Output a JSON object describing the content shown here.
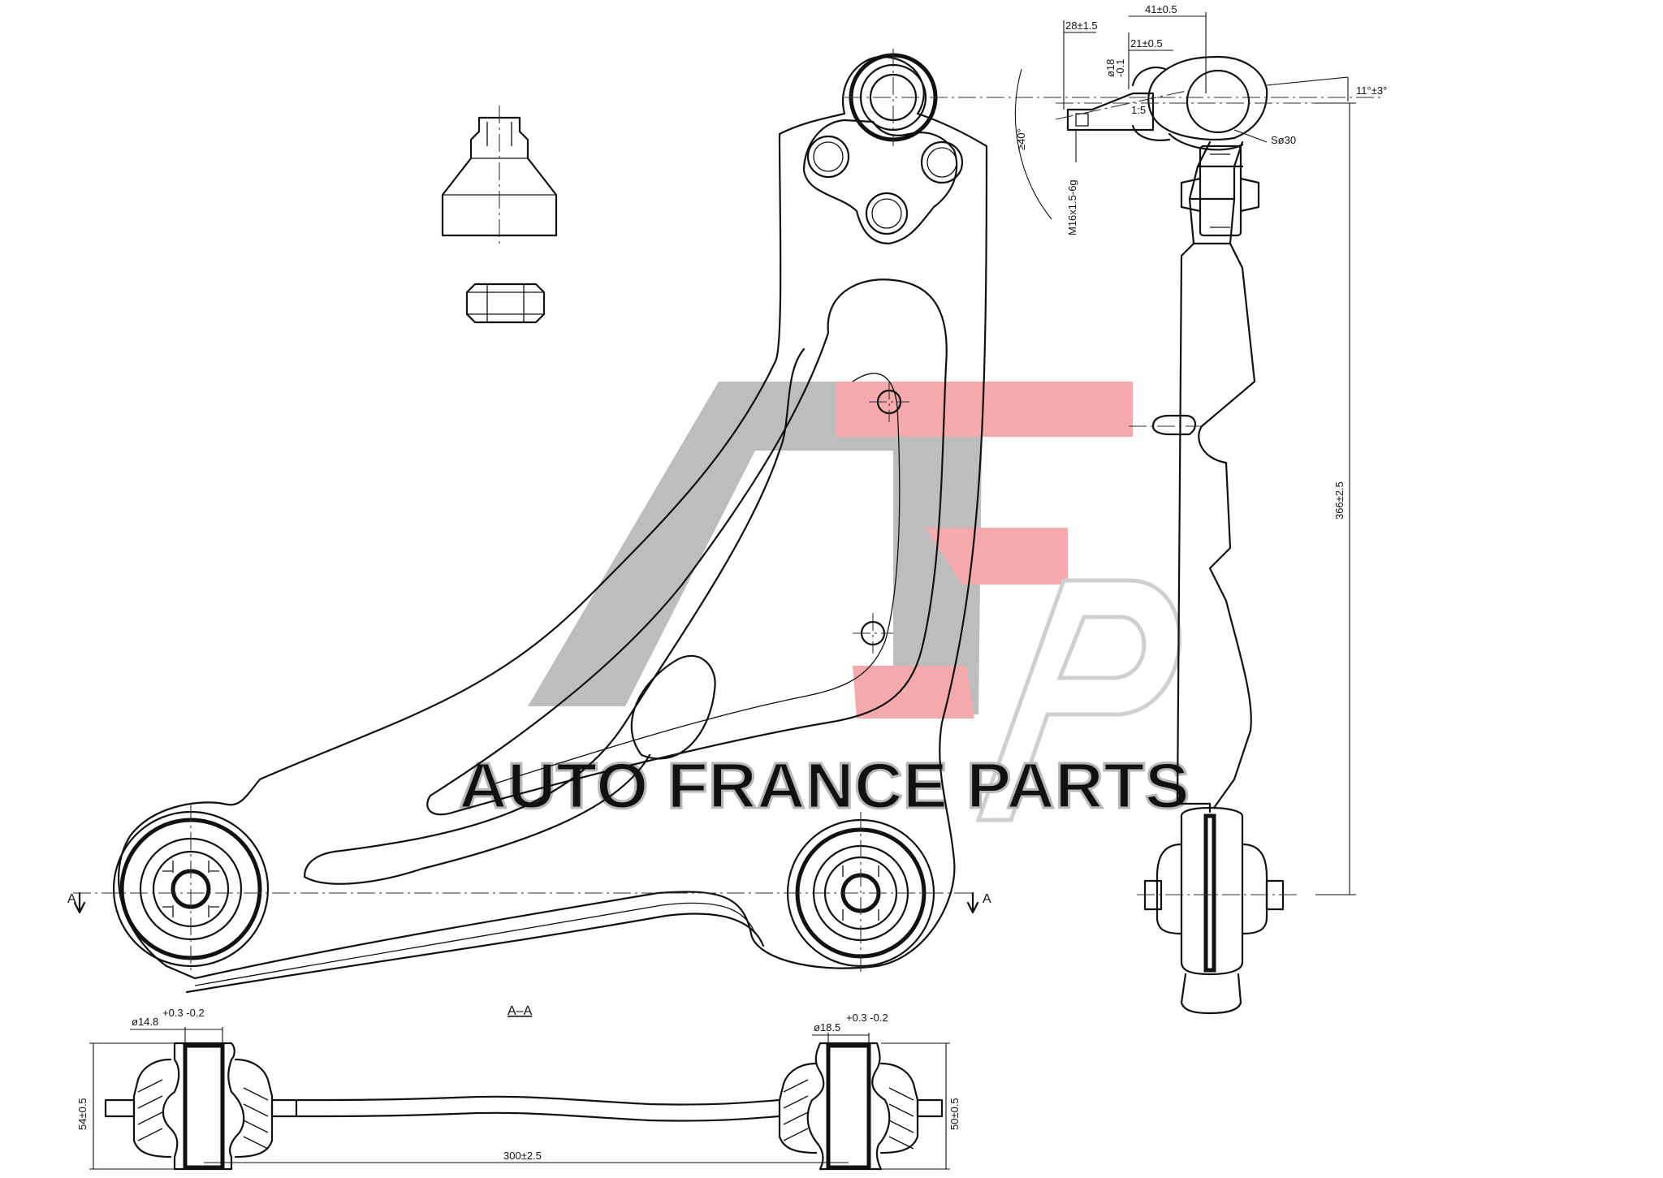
{
  "logo": {
    "wordmark": "AUTO FRANCE PARTS",
    "colors": {
      "gray": "#bdbdbd",
      "red": "#f4a9ad",
      "outline": "#cfcfcf"
    }
  },
  "section": {
    "label": "A–A",
    "mark_left": "A",
    "mark_right": "A"
  },
  "dimensions": {
    "top_41": "41±0.5",
    "top_28": "28±1.5",
    "top_21": "21±0.5",
    "stud_dia": "ø18",
    "stud_dia_tol": "-0.1",
    "taper": "1:5",
    "angle_40": "≥40°",
    "thread": "M16x1.5-6g",
    "sphere": "Sø30",
    "angle_11": "11°±3°",
    "height_366": "366±2.5",
    "bush_left_dia": "ø14.8",
    "bush_left_tol": "+0.3 -0.2",
    "bush_right_dia": "ø18.5",
    "bush_right_tol": "+0.3 -0.2",
    "width_54": "54±0.5",
    "width_50": "50±0.5",
    "length_300": "300±2.5"
  }
}
